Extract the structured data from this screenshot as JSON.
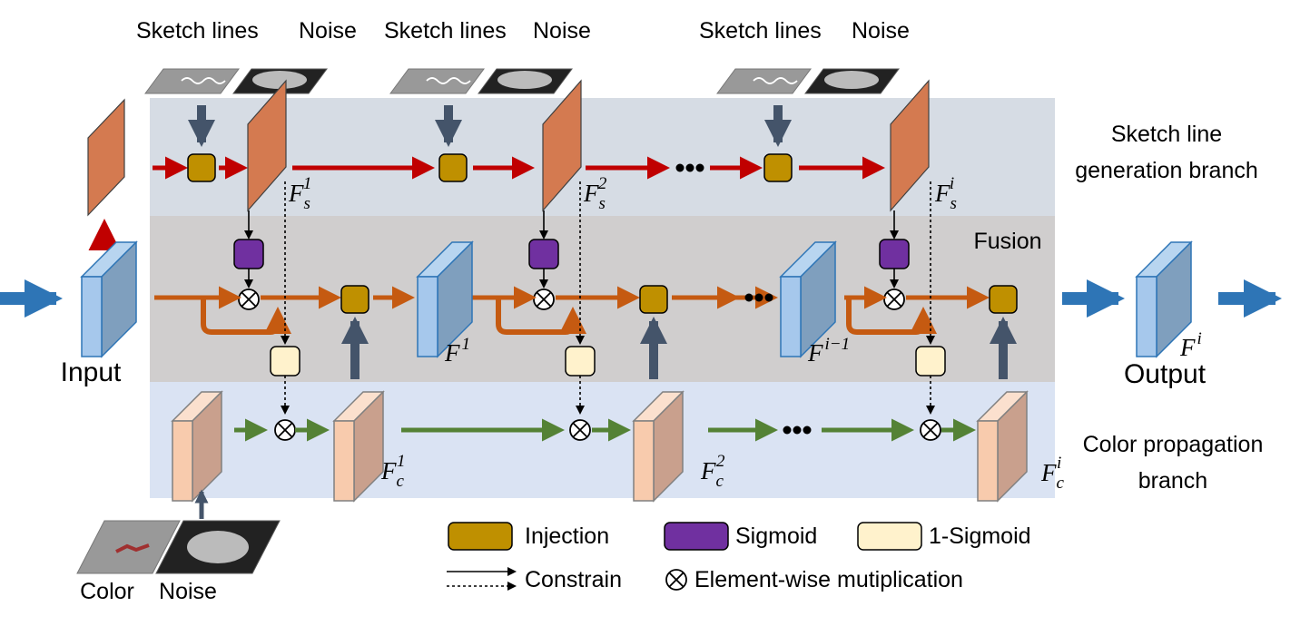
{
  "input_label": "Input",
  "output_label": "Output",
  "sketch_branch": [
    "Sketch line",
    "generation branch"
  ],
  "fusion_label": "Fusion",
  "color_branch": [
    "Color propagation",
    "branch"
  ],
  "sketch_inputs": [
    {
      "sketch": "Sketch lines",
      "noise": "Noise"
    },
    {
      "sketch": "Sketch lines",
      "noise": "Noise"
    },
    {
      "sketch": "Sketch lines",
      "noise": "Noise"
    }
  ],
  "color_input": {
    "color": "Color",
    "noise": "Noise"
  },
  "features": {
    "fs": [
      {
        "base": "F",
        "sub": "s",
        "sup": "1"
      },
      {
        "base": "F",
        "sub": "s",
        "sup": "2"
      },
      {
        "base": "F",
        "sub": "s",
        "sup": "i"
      }
    ],
    "f": [
      {
        "base": "F",
        "sup": "1"
      },
      {
        "base": "F",
        "sup": "i−1"
      }
    ],
    "fc": [
      {
        "base": "F",
        "sub": "c",
        "sup": "1"
      },
      {
        "base": "F",
        "sub": "c",
        "sup": "2"
      },
      {
        "base": "F",
        "sub": "c",
        "sup": "i"
      }
    ],
    "out": {
      "base": "F",
      "sup": "i"
    }
  },
  "legend": {
    "injection": "Injection",
    "sigmoid": "Sigmoid",
    "one_minus_sigmoid": "1-Sigmoid",
    "constrain": "Constrain",
    "elementwise": "Element-wise mutiplication"
  },
  "colors": {
    "injection": "#bf9000",
    "sigmoid": "#7030a0",
    "one_minus_sigmoid": "#fff2cc",
    "sketch_band": "#d6dce4",
    "fusion_band": "#d0cece",
    "color_band": "#dae3f3",
    "sketch_arrow": "#c00000",
    "fusion_arrow": "#c55a11",
    "color_arrow": "#548235",
    "io_arrow": "#2e75b6",
    "gate_arrow": "#44546a"
  }
}
